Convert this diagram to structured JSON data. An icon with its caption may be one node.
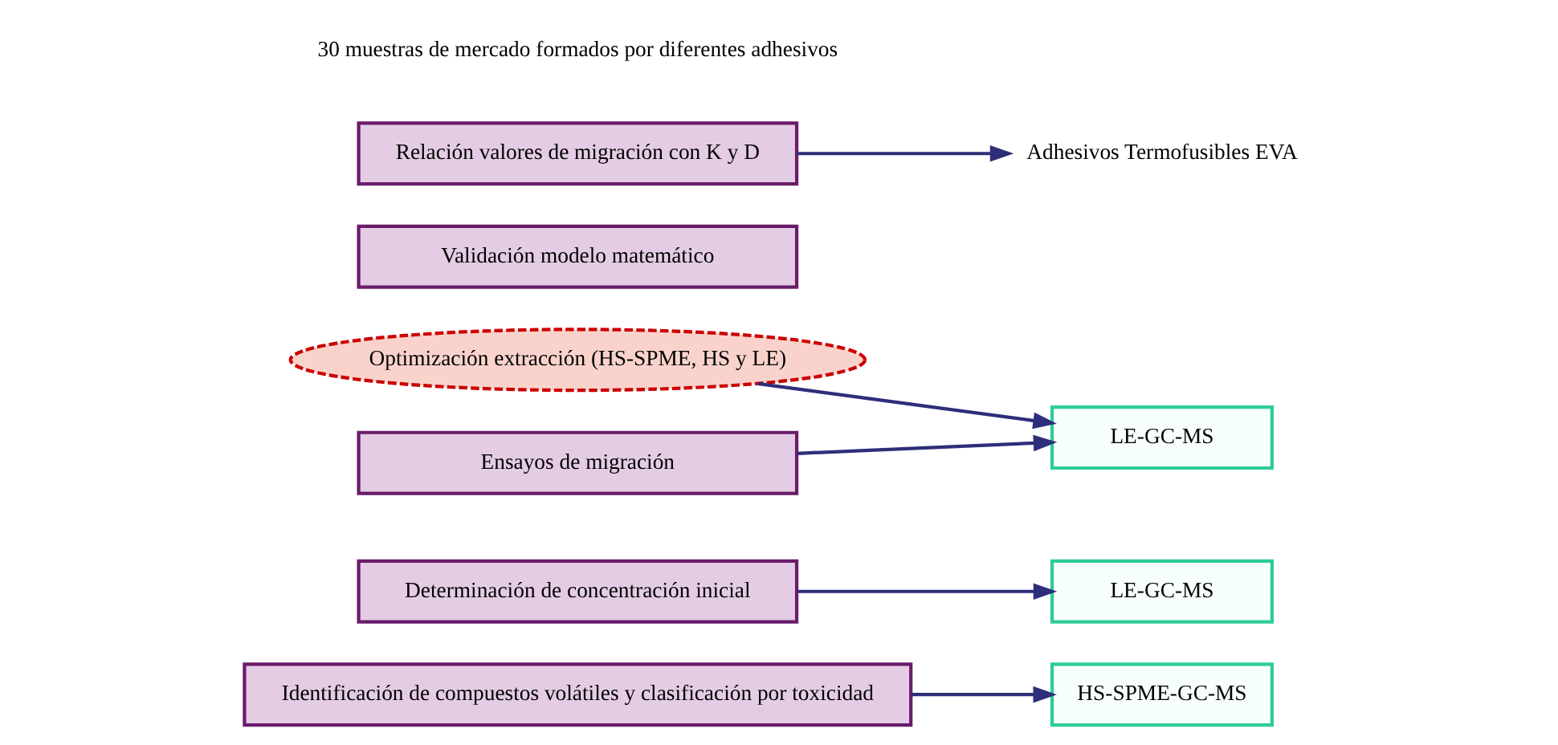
{
  "diagram": {
    "nodes": [
      {
        "text": [
          "Identificación de compuestos volátiles y clasificación por toxicidad"
        ]
      },
      {
        "text": [
          "HS-SPME-GC-MS"
        ]
      },
      {
        "text": [
          "Determinación de concentración inicial"
        ]
      },
      {
        "text": [
          "LE-GC-MS"
        ]
      },
      {
        "text": [
          "Optimización extracción (HS-SPME, HS y LE)"
        ]
      },
      {
        "text": [
          "Ensayos de migración"
        ]
      },
      {
        "text": [
          "LE-GC-MS"
        ]
      },
      {
        "text": [
          "Validación modelo matemático"
        ]
      },
      {
        "text": [
          "Relación valores de migración con K y D"
        ]
      },
      {
        "text": [
          "Adhesivos Termofusibles EVA"
        ]
      }
    ],
    "edges": [
      {
        "from": 0,
        "to": 1,
        "arrow": "to"
      },
      {
        "from": 2,
        "to": 3,
        "arrow": "to"
      },
      {
        "from": 4,
        "to": 6,
        "arrow": "to"
      },
      {
        "from": 5,
        "to": 6,
        "arrow": "to"
      },
      {
        "from": 8,
        "to": 9,
        "arrow": "to"
      }
    ],
    "labels": [
      "30 muestras de mercado formados por diferentes adhesivos"
    ]
  }
}
